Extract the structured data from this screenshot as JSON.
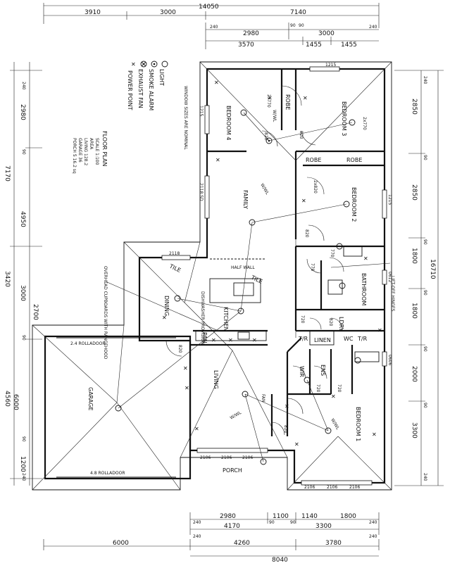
{
  "top_dims": {
    "overall": "14050",
    "row1": [
      "3910",
      "3000",
      "7140"
    ],
    "row2_small": [
      "240",
      "90",
      "90",
      "240"
    ],
    "row2": [
      "2980",
      "3000"
    ],
    "row3": [
      "3570",
      "1455",
      "1455"
    ]
  },
  "bottom_dims": {
    "row1": [
      "2980",
      "1100",
      "1140",
      "1800"
    ],
    "row1_small": [
      "240",
      "90",
      "90",
      "240"
    ],
    "row2": [
      "4170",
      "3300"
    ],
    "row3": [
      "6000",
      "4260",
      "3780"
    ],
    "row3_small": [
      "240",
      "240"
    ],
    "overall": "8040"
  },
  "left_dims": {
    "small": [
      "240",
      "90",
      "90",
      "90",
      "240"
    ],
    "values": [
      "2980",
      "7170",
      "4950",
      "3420",
      "3000",
      "2700",
      "4560",
      "6000",
      "1200"
    ]
  },
  "right_dims": {
    "overall": "16710",
    "values": [
      "2850",
      "2850",
      "1800",
      "1800",
      "2000",
      "3300"
    ],
    "small": [
      "240",
      "90",
      "90",
      "90",
      "90",
      "90",
      "240"
    ]
  },
  "legend": {
    "light": "LIGHT",
    "smoke": "SMOKE ALARM",
    "exhaust": "EXHAUST FAN",
    "power": "POWER POINT"
  },
  "info": {
    "title": "FLOOR PLAN",
    "lines": [
      "SCALE 1:100",
      "AREA",
      "LIVING 128.2",
      "GARAGE 36",
      "PORCH 5   16.2 sq"
    ]
  },
  "note": "WINDOW SIZES ARE NOMINAL",
  "rooms": {
    "bed4": "BEDROOM 4",
    "bed3": "BEDROOM 3",
    "bed2": "BEDROOM 2",
    "bed1": "BEDROOM 1",
    "family": "FAMILY",
    "kitchen": "KITCHEN",
    "dining": "DINING",
    "living": "LIVING",
    "garage": "GARAGE",
    "porch": "PORCH",
    "bathroom": "BATHROOM",
    "ens": "ENS",
    "robe1": "ROBE",
    "robe2": "ROBE",
    "robe3": "ROBE",
    "linen": "LINEN",
    "wir": "WIR",
    "pantry": "PAN",
    "ldry": "LDRY",
    "wc": "WC",
    "tr1": "T/R",
    "tr2": "T/R",
    "tile1": "TILE",
    "tile2": "TILE"
  },
  "annotations": {
    "overhead": "OVERHEAD CUPBOARDS WITH RANGEHOOD",
    "halfwall": "HALF WALL",
    "dishwasher": "DISHWASHER PROVISION",
    "liftoff": "LIFT-OFF HINGES",
    "rollerdoor1": "2.4 ROLLADOOR",
    "rollerdoor2": "4.8 ROLLADOOR",
    "fan": "FAN",
    "wwl1": "W/WL",
    "wwl2": "W/WL",
    "wwl3": "W/WL",
    "wwl4": "W/WL"
  },
  "doors": [
    "820",
    "820",
    "820",
    "770",
    "720",
    "720",
    "720",
    "770",
    "820",
    "820",
    "820",
    "2x770",
    "2x770",
    "2x820"
  ],
  "windows": {
    "top_bed3": "1215",
    "bed4_side": "1215",
    "family_side": "2118 SD",
    "bed2_side": "1215",
    "bath_side": "0612",
    "ens_side": "0606",
    "dining_top": "2118",
    "porch": [
      "2106",
      "2106",
      "2106"
    ],
    "bed1": [
      "2106",
      "2106",
      "2106"
    ]
  }
}
